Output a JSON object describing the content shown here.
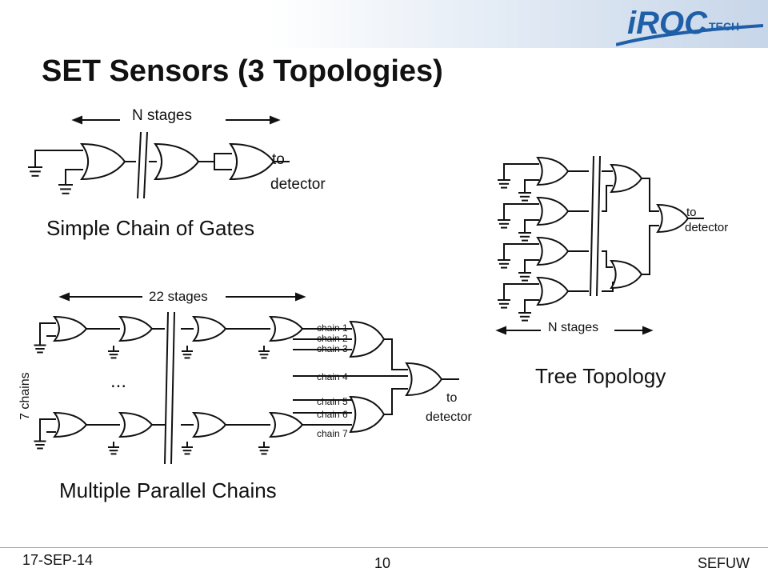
{
  "slide": {
    "title": "SET Sensors (3 Topologies)",
    "logo": {
      "main": "iROC",
      "sub": "TECH"
    }
  },
  "simple_chain": {
    "stages_label": "N stages",
    "output_label_1": "to",
    "output_label_2": "detector",
    "caption": "Simple Chain of Gates"
  },
  "parallel_chains": {
    "stages_label": "22 stages",
    "chains_label": "7 chains",
    "ellipsis": "...",
    "chain_labels": [
      "chain 1",
      "chain 2",
      "chain 3",
      "chain 4",
      "chain 5",
      "chain 6",
      "chain 7"
    ],
    "output_label_1": "to",
    "output_label_2": "detector",
    "caption": "Multiple Parallel Chains"
  },
  "tree": {
    "stages_label": "N stages",
    "output_label_1": "to",
    "output_label_2": "detector",
    "caption": "Tree Topology"
  },
  "footer": {
    "date": "17-SEP-14",
    "page_number": "10",
    "event": "SEFUW"
  },
  "colors": {
    "logo_blue": "#1f5fa8",
    "footer_line": "#8faed2",
    "ink": "#111111"
  }
}
